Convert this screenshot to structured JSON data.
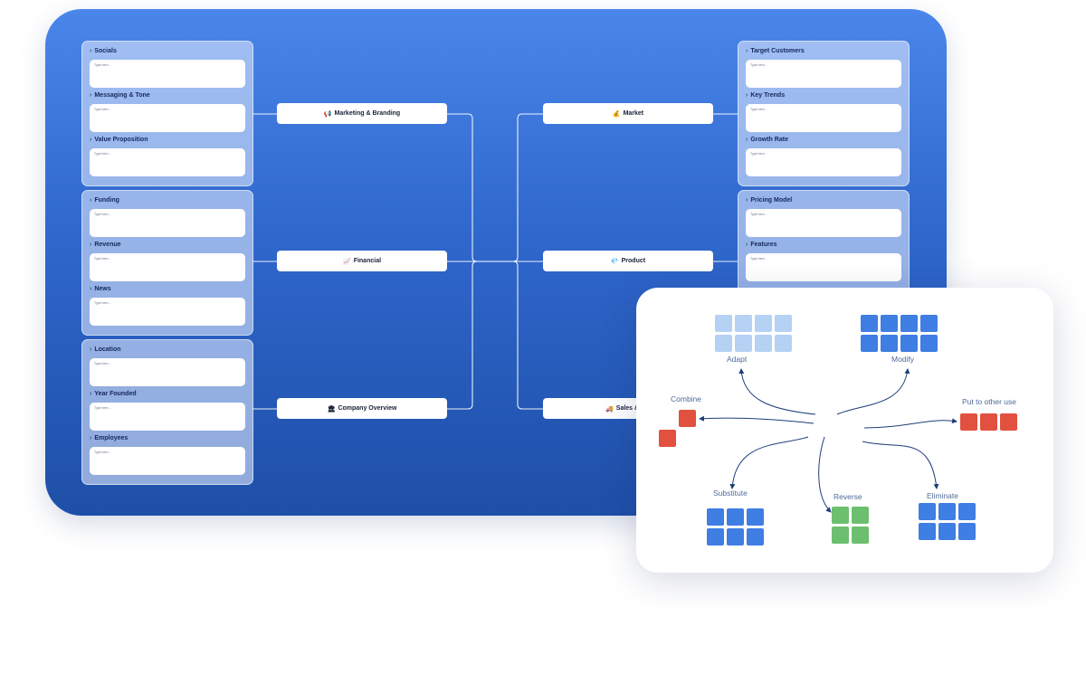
{
  "colors": {
    "board_top": "#4a86ea",
    "board_bottom": "#1e4fa8",
    "light_blue": "#b5d1f4",
    "blue": "#3f7ee3",
    "red": "#e2503f",
    "green": "#6cbf6f",
    "arrow": "#1f3d7a"
  },
  "left_groups": [
    {
      "sections": [
        {
          "label": "Socials",
          "placeholder": "Type here..."
        },
        {
          "label": "Messaging & Tone",
          "placeholder": "Type here..."
        },
        {
          "label": "Value Proposition",
          "placeholder": "Type here..."
        }
      ]
    },
    {
      "sections": [
        {
          "label": "Funding",
          "placeholder": "Type here..."
        },
        {
          "label": "Revenue",
          "placeholder": "Type here..."
        },
        {
          "label": "News",
          "placeholder": "Type here..."
        }
      ]
    },
    {
      "sections": [
        {
          "label": "Location",
          "placeholder": "Type here..."
        },
        {
          "label": "Year Founded",
          "placeholder": "Type here..."
        },
        {
          "label": "Employees",
          "placeholder": "Type here..."
        }
      ]
    }
  ],
  "right_groups": [
    {
      "sections": [
        {
          "label": "Target Customers",
          "placeholder": "Type here..."
        },
        {
          "label": "Key Trends",
          "placeholder": "Type here..."
        },
        {
          "label": "Growth Rate",
          "placeholder": "Type here..."
        }
      ]
    },
    {
      "sections": [
        {
          "label": "Pricing Model",
          "placeholder": "Type here..."
        },
        {
          "label": "Features",
          "placeholder": "Type here..."
        }
      ]
    }
  ],
  "nodes": {
    "marketing": {
      "emoji": "📢",
      "label": "Marketing & Branding"
    },
    "financial": {
      "emoji": "📈",
      "label": "Financial"
    },
    "company": {
      "emoji": "🏛",
      "label": "Company Overview"
    },
    "market": {
      "emoji": "💰",
      "label": "Market"
    },
    "product": {
      "emoji": "💎",
      "label": "Product"
    },
    "sales": {
      "emoji": "🚚",
      "label": "Sales & Dis"
    }
  },
  "scamper": {
    "adapt": "Adapt",
    "modify": "Modify",
    "combine": "Combine",
    "put_to_other_use": "Put to other use",
    "substitute": "Substitute",
    "reverse": "Reverse",
    "eliminate": "Eliminate"
  }
}
